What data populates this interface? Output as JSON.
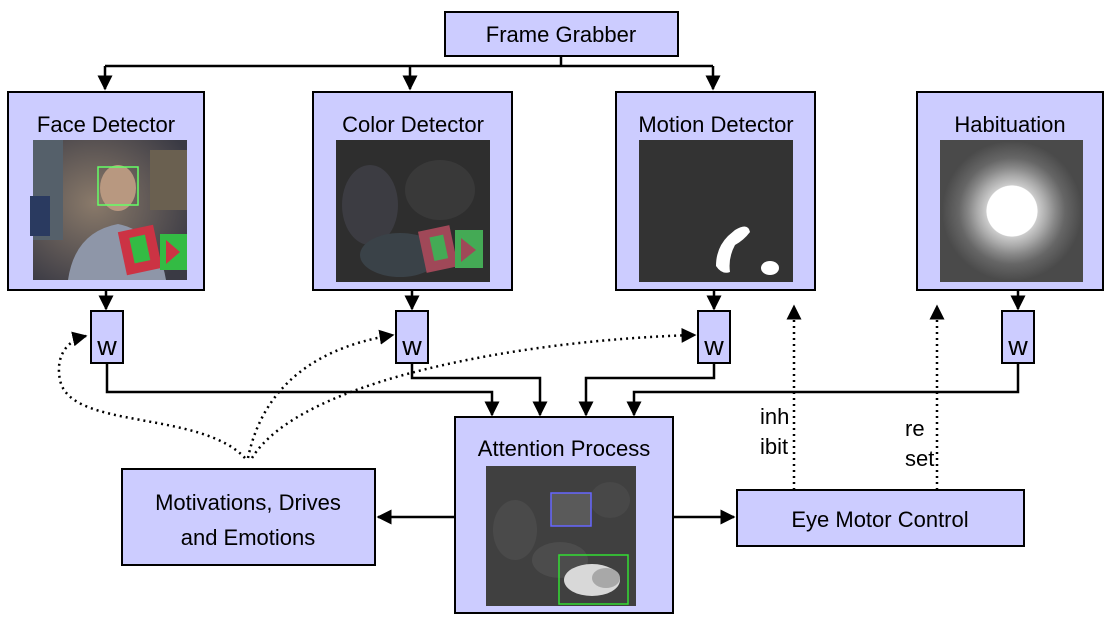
{
  "nodes": {
    "frame_grabber": "Frame Grabber",
    "face_detector": "Face Detector",
    "color_detector": "Color Detector",
    "motion_detector": "Motion Detector",
    "habituation": "Habituation",
    "weight": "w",
    "attention_process": "Attention Process",
    "motivations_line1": "Motivations, Drives",
    "motivations_line2": "and Emotions",
    "eye_motor_control": "Eye Motor Control"
  },
  "edge_labels": {
    "inhibit_line1": "inh",
    "inhibit_line2": "ibit",
    "reset_line1": "re",
    "reset_line2": "set"
  },
  "colors": {
    "box_fill": "#ccccff",
    "image_background": "#333333",
    "face_marker": "#66ff66",
    "attention_marker_blue": "#6666ff",
    "attention_marker_green": "#33dd33"
  }
}
